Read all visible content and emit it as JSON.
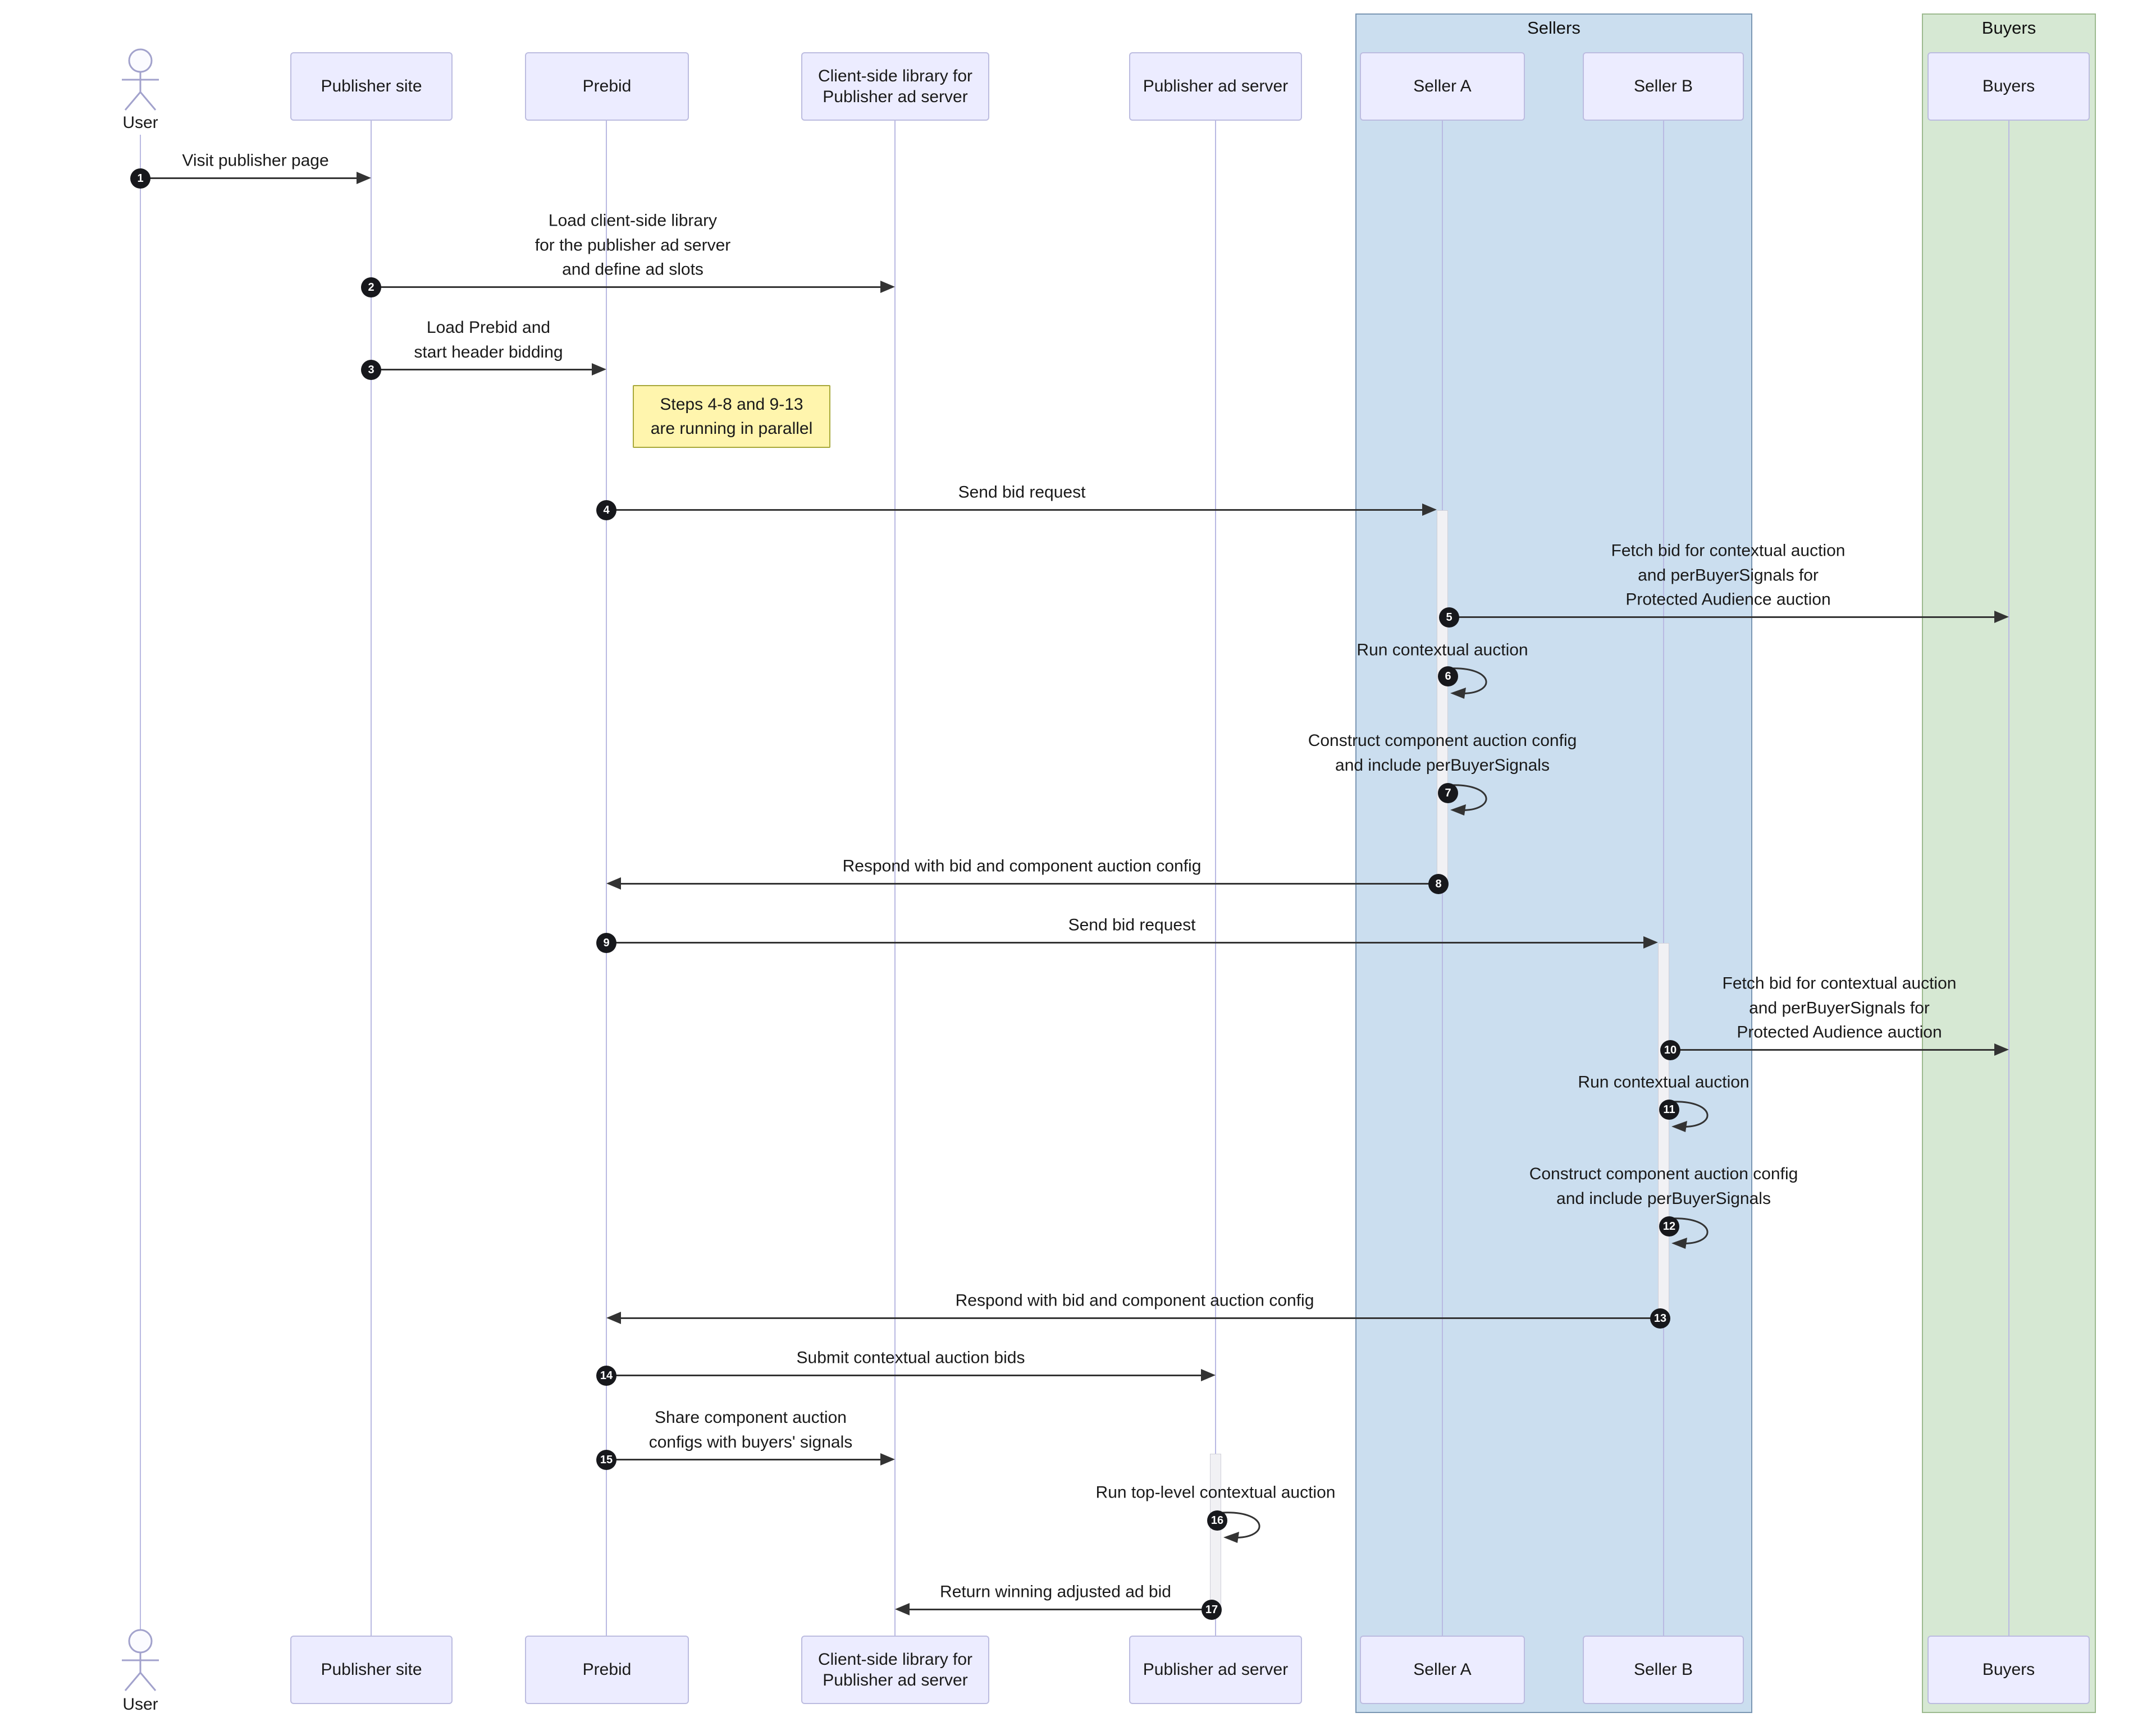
{
  "diagram_type": "sequence-diagram",
  "groups": [
    {
      "label": "Sellers",
      "fill": "#cbdeef"
    },
    {
      "label": "Buyers",
      "fill": "#d6e8d3"
    }
  ],
  "participants": [
    {
      "label": "User",
      "type": "actor"
    },
    {
      "label": "Publisher site"
    },
    {
      "label": "Prebid"
    },
    {
      "label": "Client-side library for\nPublisher ad server"
    },
    {
      "label": "Publisher ad server"
    },
    {
      "label": "Seller A"
    },
    {
      "label": "Seller B"
    },
    {
      "label": "Buyers"
    }
  ],
  "note": {
    "text": "Steps 4-8 and 9-13\nare running in parallel"
  },
  "messages": [
    {
      "num": "1",
      "from": "User",
      "to": "Publisher site",
      "label": "Visit publisher page"
    },
    {
      "num": "2",
      "from": "Publisher site",
      "to": "Client-side library for Publisher ad server",
      "label": "Load client-side library\nfor the publisher ad server\nand define ad slots"
    },
    {
      "num": "3",
      "from": "Publisher site",
      "to": "Prebid",
      "label": "Load Prebid and\nstart header bidding"
    },
    {
      "num": "4",
      "from": "Prebid",
      "to": "Seller A",
      "label": "Send bid request"
    },
    {
      "num": "5",
      "from": "Seller A",
      "to": "Buyers",
      "label": "Fetch bid for contextual auction\nand perBuyerSignals for\nProtected Audience auction"
    },
    {
      "num": "6",
      "from": "Seller A",
      "to": "Seller A",
      "label": "Run contextual auction"
    },
    {
      "num": "7",
      "from": "Seller A",
      "to": "Seller A",
      "label": "Construct component auction config\nand include perBuyerSignals"
    },
    {
      "num": "8",
      "from": "Seller A",
      "to": "Prebid",
      "label": "Respond with bid and component auction config"
    },
    {
      "num": "9",
      "from": "Prebid",
      "to": "Seller B",
      "label": "Send bid request"
    },
    {
      "num": "10",
      "from": "Seller B",
      "to": "Buyers",
      "label": "Fetch bid for contextual auction\nand perBuyerSignals for\nProtected Audience auction"
    },
    {
      "num": "11",
      "from": "Seller B",
      "to": "Seller B",
      "label": "Run contextual auction"
    },
    {
      "num": "12",
      "from": "Seller B",
      "to": "Seller B",
      "label": "Construct component auction config\nand include perBuyerSignals"
    },
    {
      "num": "13",
      "from": "Seller B",
      "to": "Prebid",
      "label": "Respond with bid and component auction config"
    },
    {
      "num": "14",
      "from": "Prebid",
      "to": "Publisher ad server",
      "label": "Submit contextual auction bids"
    },
    {
      "num": "15",
      "from": "Prebid",
      "to": "Client-side library for Publisher ad server",
      "label": "Share component auction\nconfigs with buyers' signals"
    },
    {
      "num": "16",
      "from": "Publisher ad server",
      "to": "Publisher ad server",
      "label": "Run top-level contextual auction"
    },
    {
      "num": "17",
      "from": "Publisher ad server",
      "to": "Client-side library for Publisher ad server",
      "label": "Return winning adjusted ad bid"
    }
  ]
}
